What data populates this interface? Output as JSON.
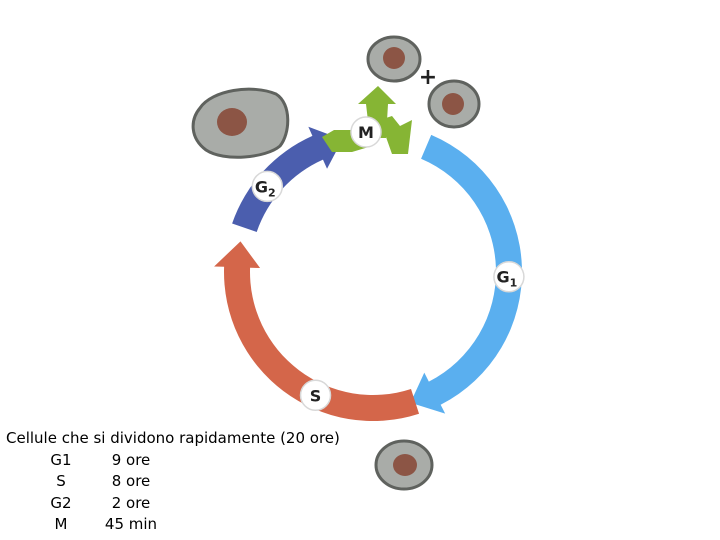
{
  "diagram": {
    "phases": [
      {
        "label_main": "G",
        "label_sub": "1",
        "color": "#5aafef"
      },
      {
        "label_main": "S",
        "label_sub": "",
        "color": "#d4664a"
      },
      {
        "label_main": "G",
        "label_sub": "2",
        "color": "#4b5eae"
      },
      {
        "label_main": "M",
        "label_sub": "",
        "color": "#86b534"
      }
    ],
    "plus_sign": "+",
    "cell_colors": {
      "body": "#a9aca8",
      "outline": "#5f625e",
      "nucleus": "#8c5545"
    }
  },
  "caption": {
    "title": "Cellule che si dividono rapidamente (20 ore)",
    "rows": [
      {
        "phase": "G1",
        "duration": "9 ore"
      },
      {
        "phase": "S",
        "duration": "8 ore"
      },
      {
        "phase": "G2",
        "duration": "2 ore"
      },
      {
        "phase": "M",
        "duration": "45 min"
      }
    ]
  }
}
